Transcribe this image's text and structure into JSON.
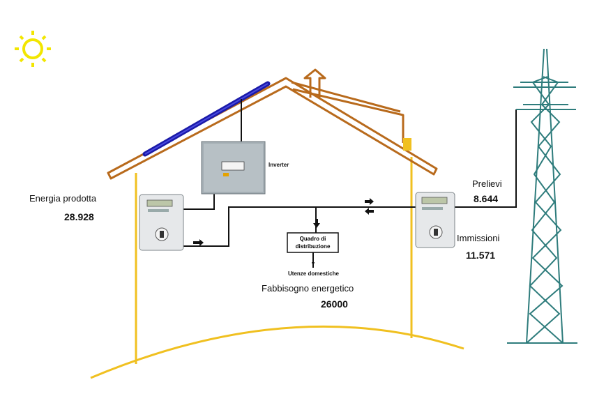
{
  "labels": {
    "inverter": "Inverter",
    "produced_label": "Energia prodotta",
    "produced_value": "28.928",
    "withdrawals_label": "Prelievi",
    "withdrawals_value": "8.644",
    "injections_label": "Immissioni",
    "injections_value": "11.571",
    "panel_line1": "Quadro di",
    "panel_line2": "distribuzione",
    "utilities": "Utenze domestiche",
    "demand_label": "Fabbisogno energetico",
    "demand_value": "26000"
  },
  "colors": {
    "sun": "#f2e600",
    "roof": "#b86a1c",
    "wall": "#f0c020",
    "solar_panel": "#1a1aa8",
    "pylon": "#2e7c7c",
    "wire": "#111111",
    "inverter_body": "#9aa6ac"
  },
  "icons": [
    "sun-icon",
    "electric-meter-icon",
    "inverter-icon",
    "power-pylon-icon",
    "arrow-right-icon",
    "arrow-left-icon",
    "arrow-down-icon"
  ]
}
